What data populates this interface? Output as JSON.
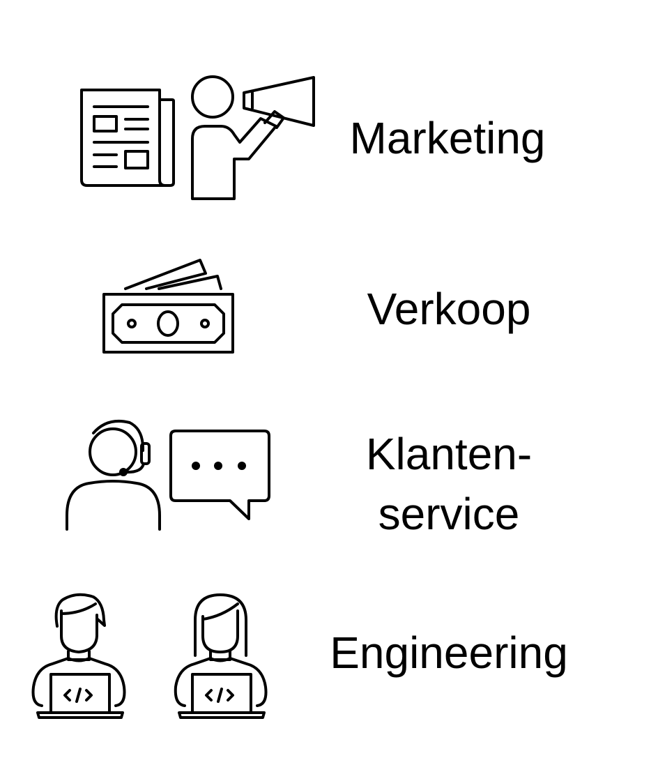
{
  "colors": {
    "stroke": "#000000",
    "background": "#ffffff"
  },
  "rows": [
    {
      "label": "Marketing",
      "icons": [
        "newspaper-icon",
        "person-megaphone-icon"
      ]
    },
    {
      "label": "Verkoop",
      "icons": [
        "money-bills-icon"
      ]
    },
    {
      "label_lines": [
        "Klanten-",
        "service"
      ],
      "icons": [
        "headset-agent-icon",
        "chat-bubble-icon"
      ]
    },
    {
      "label": "Engineering",
      "icons": [
        "male-developer-laptop-icon",
        "female-developer-laptop-icon"
      ]
    }
  ]
}
